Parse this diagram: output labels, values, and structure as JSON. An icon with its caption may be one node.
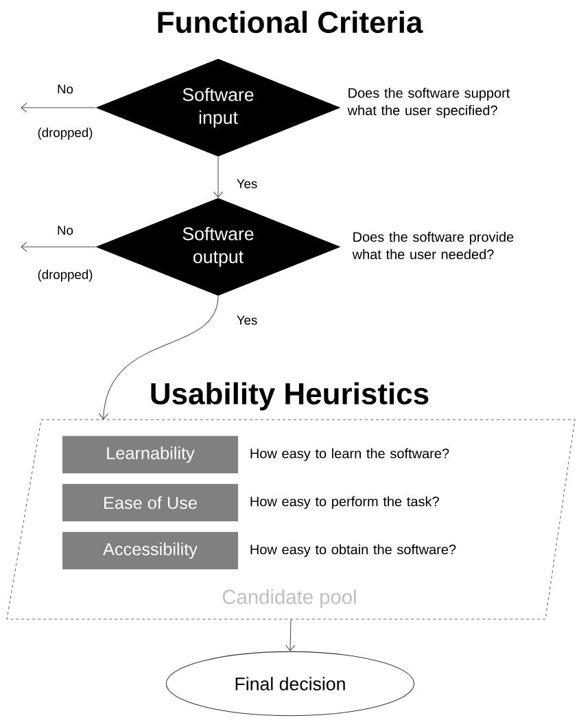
{
  "diagram": {
    "title": "Functional Criteria",
    "nodes": [
      {
        "text": [
          "Software input"
        ],
        "beside": [
          "Does the software support what the user specified?"
        ]
      },
      {
        "text": [
          "Software output"
        ],
        "beside": [
          "Does the software provide what the user needed?"
        ]
      },
      {
        "text": [
          "Usability Heuristics",
          "Candidate pool"
        ]
      },
      {
        "text": [
          "Learnability"
        ],
        "in": 2,
        "beside": [
          "How easy to learn the software?"
        ]
      },
      {
        "text": [
          "Ease of Use"
        ],
        "in": 2,
        "beside": [
          "How easy to perform the task?"
        ]
      },
      {
        "text": [
          "Accessibility"
        ],
        "in": 2,
        "beside": [
          "How easy to obtain the software?"
        ]
      },
      {
        "text": [
          "Final decision"
        ]
      }
    ],
    "edges": [
      {
        "from": 0,
        "to": null,
        "arrow": "to",
        "label": "No"
      },
      {
        "from": 0,
        "to": 1,
        "arrow": "to",
        "label": "Yes"
      },
      {
        "from": 1,
        "to": null,
        "arrow": "to",
        "label": "No"
      },
      {
        "from": 1,
        "to": 2,
        "arrow": "to",
        "label": "Yes"
      },
      {
        "from": 2,
        "to": 6,
        "arrow": "to"
      }
    ],
    "labels": [
      "(dropped)",
      "(dropped)"
    ]
  }
}
